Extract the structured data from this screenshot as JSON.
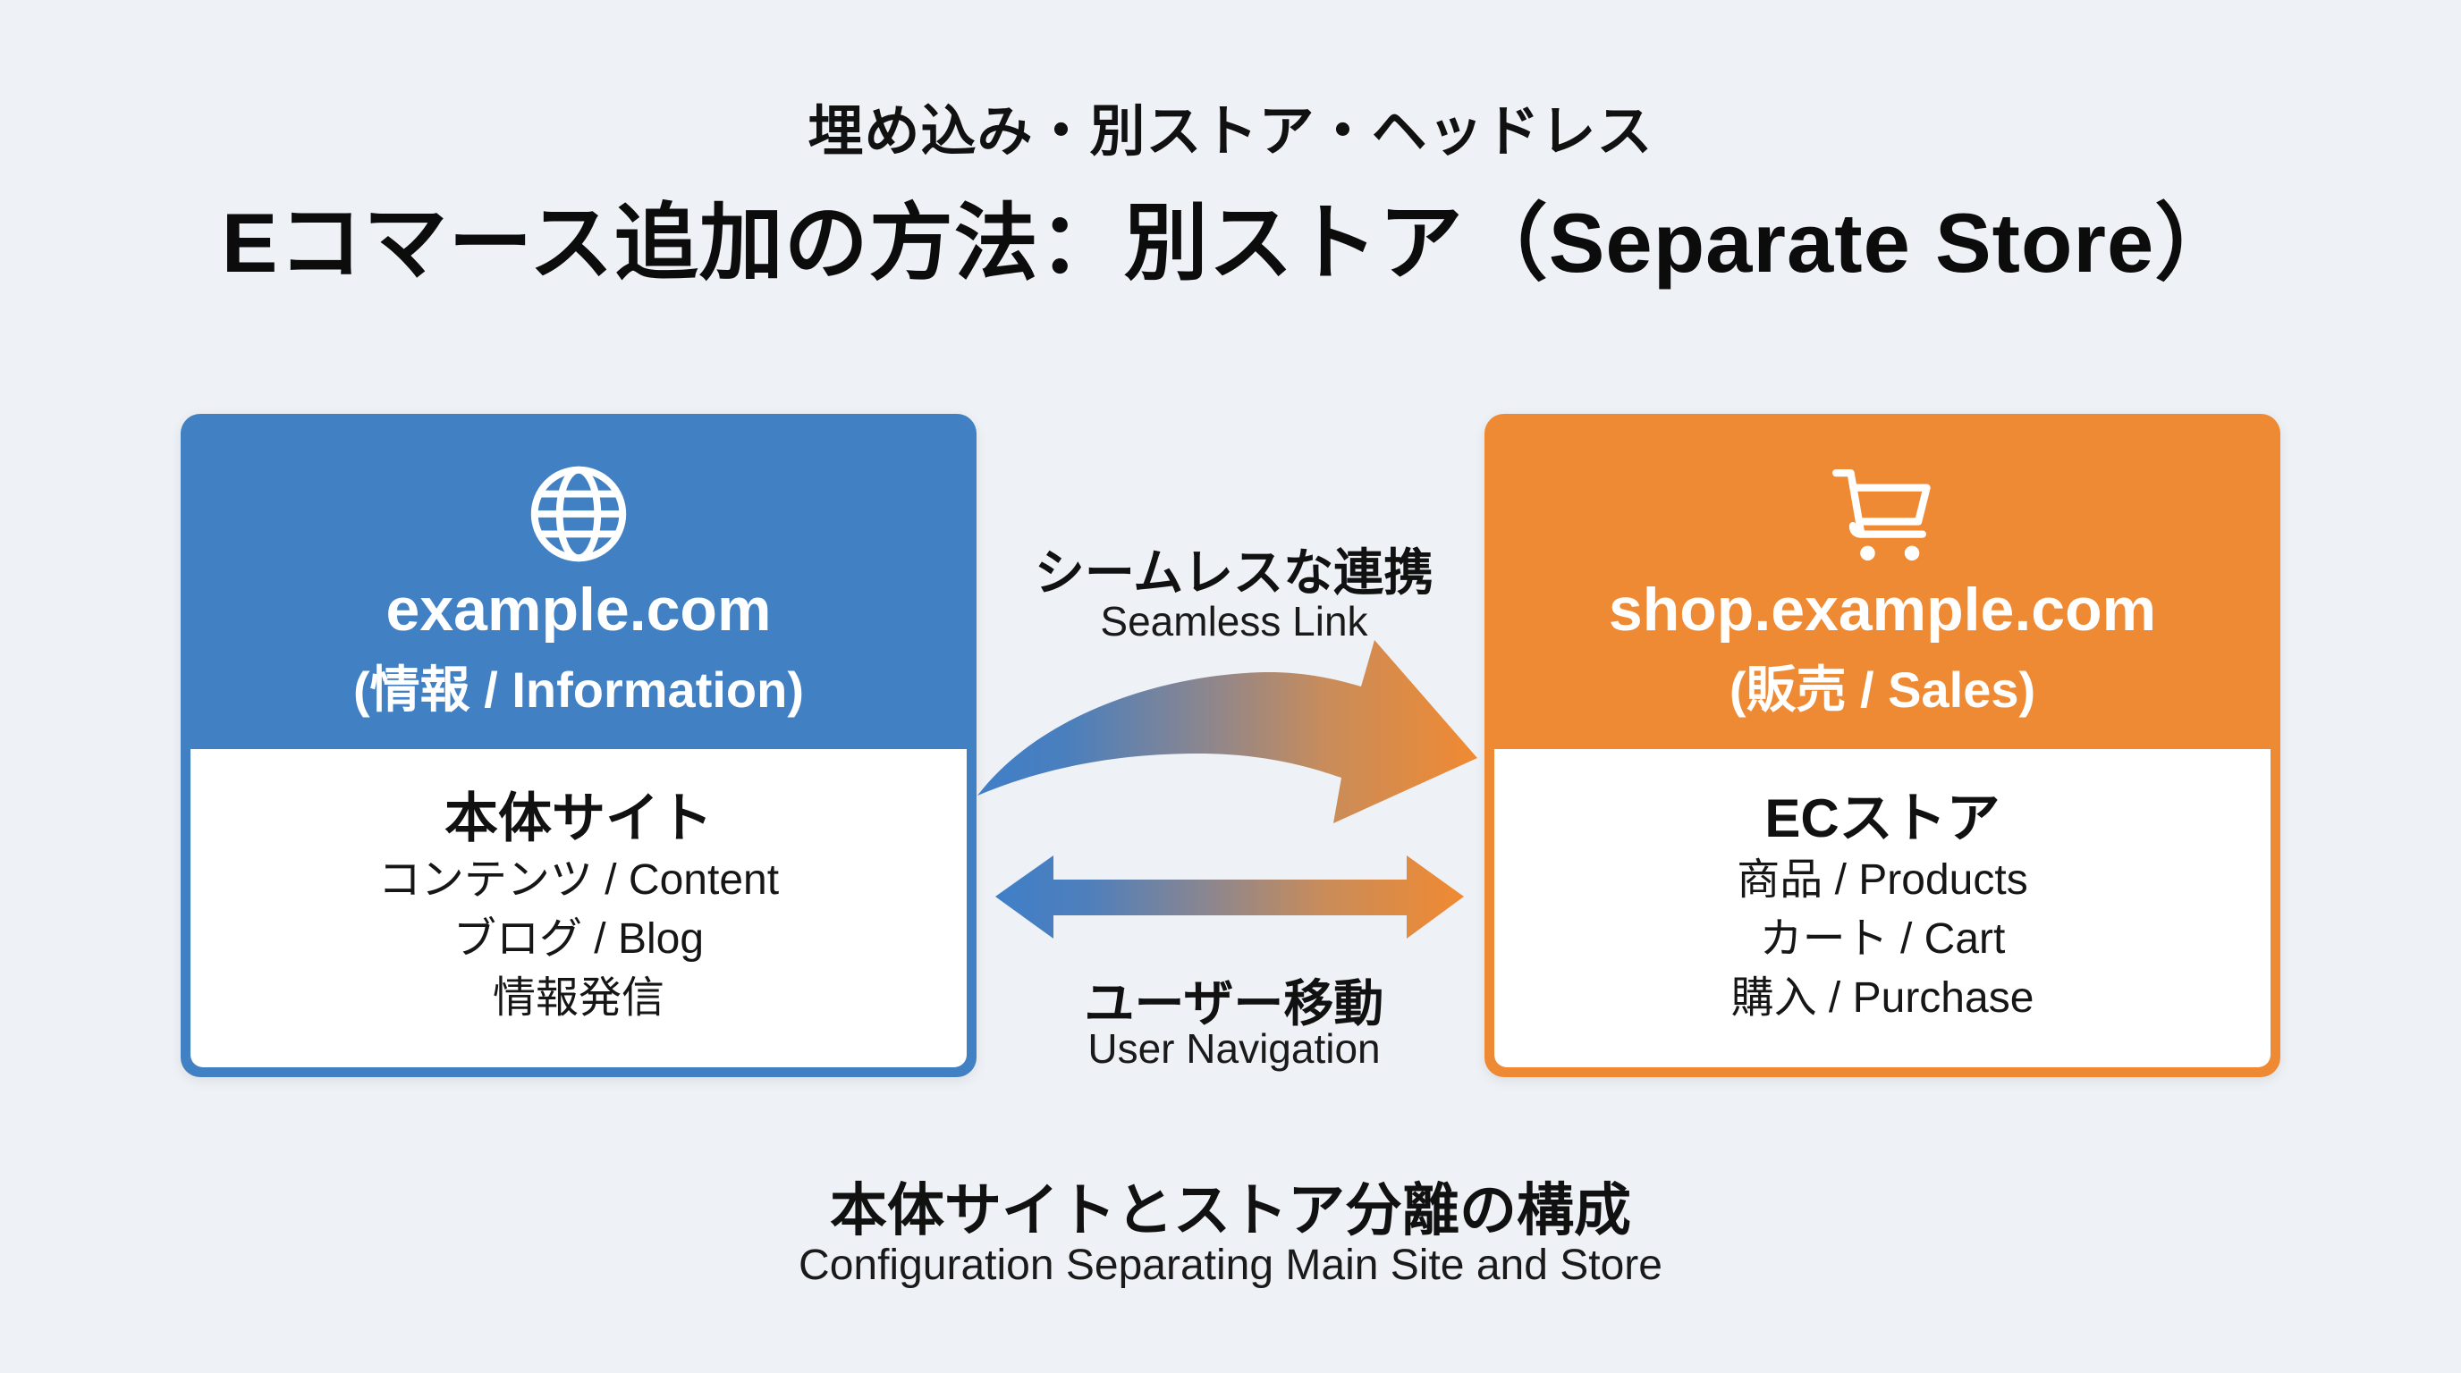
{
  "header": {
    "subtitle": "埋め込み・別ストア・ヘッドレス",
    "title": "Eコマース追加の方法：別ストア（Separate Store）"
  },
  "colors": {
    "background": "#eef1f5",
    "main_site_blue": "#4280c4",
    "store_orange": "#ef8a34",
    "text": "#111111"
  },
  "main_site": {
    "icon": "globe-icon",
    "domain": "example.com",
    "domain_sub": "(情報 / Information)",
    "body_title": "本体サイト",
    "items": [
      "コンテンツ / Content",
      "ブログ / Blog",
      "情報発信"
    ]
  },
  "store": {
    "icon": "shopping-cart-icon",
    "domain": "shop.example.com",
    "domain_sub": "(販売 / Sales)",
    "body_title": "ECストア",
    "items": [
      "商品 / Products",
      "カート / Cart",
      "購入 / Purchase"
    ]
  },
  "connections": {
    "seamless": {
      "label_jp": "シームレスな連携",
      "label_en": "Seamless Link",
      "direction": "main_site → store"
    },
    "navigation": {
      "label_jp": "ユーザー移動",
      "label_en": "User Navigation",
      "direction": "bidirectional"
    }
  },
  "footer": {
    "caption_jp": "本体サイトとストア分離の構成",
    "caption_en": "Configuration Separating Main Site and Store"
  }
}
